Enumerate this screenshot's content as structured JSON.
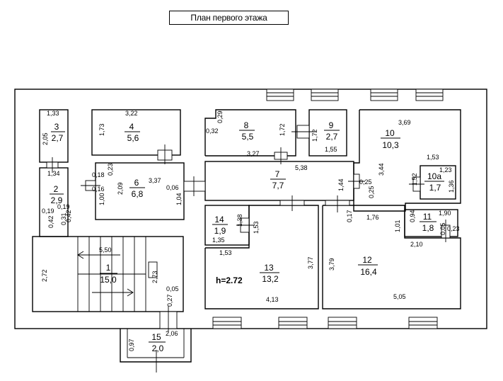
{
  "title": "План первого этажа",
  "height_note": "h=2.72",
  "rooms": [
    {
      "id": "r1",
      "number": "1",
      "area": "15,0"
    },
    {
      "id": "r2",
      "number": "2",
      "area": "2,9"
    },
    {
      "id": "r3",
      "number": "3",
      "area": "2,7"
    },
    {
      "id": "r4",
      "number": "4",
      "area": "5,6"
    },
    {
      "id": "r6",
      "number": "6",
      "area": "6,8"
    },
    {
      "id": "r7",
      "number": "7",
      "area": "7,7"
    },
    {
      "id": "r8",
      "number": "8",
      "area": "5,5"
    },
    {
      "id": "r9",
      "number": "9",
      "area": "2,7"
    },
    {
      "id": "r10",
      "number": "10",
      "area": "10,3"
    },
    {
      "id": "r10a",
      "number": "10а",
      "area": "1,7"
    },
    {
      "id": "r11",
      "number": "11",
      "area": "1,8"
    },
    {
      "id": "r12",
      "number": "12",
      "area": "16,4"
    },
    {
      "id": "r13",
      "number": "13",
      "area": "13,2"
    },
    {
      "id": "r14",
      "number": "14",
      "area": "1,9"
    },
    {
      "id": "r15",
      "number": "15",
      "area": "2,0"
    }
  ],
  "dimensions": [
    "1,33",
    "2,05",
    "1,34",
    "3,22",
    "1,73",
    "0,29",
    "0,32",
    "1,72",
    "3,27",
    "1,72",
    "1,55",
    "3,69",
    "1,53",
    "3,44",
    "1,23",
    "1,52",
    "1,36",
    "0,18",
    "0,23",
    "0,16",
    "2,09",
    "3,37",
    "1,00",
    "0,06",
    "1,04",
    "5,38",
    "1,44",
    "0,25",
    "0,25",
    "0,17",
    "0,19",
    "0,31",
    "0,19",
    "0,42",
    "0,42",
    "1,38",
    "1,53",
    "1,35",
    "1,76",
    "1,01",
    "0,94",
    "1,90",
    "0,23",
    "0,05",
    "2,10",
    "5,50",
    "2,72",
    "2,73",
    "0,05",
    "0,27",
    "1,53",
    "3,77",
    "4,13",
    "3,79",
    "5,05",
    "0,97",
    "2,06"
  ]
}
